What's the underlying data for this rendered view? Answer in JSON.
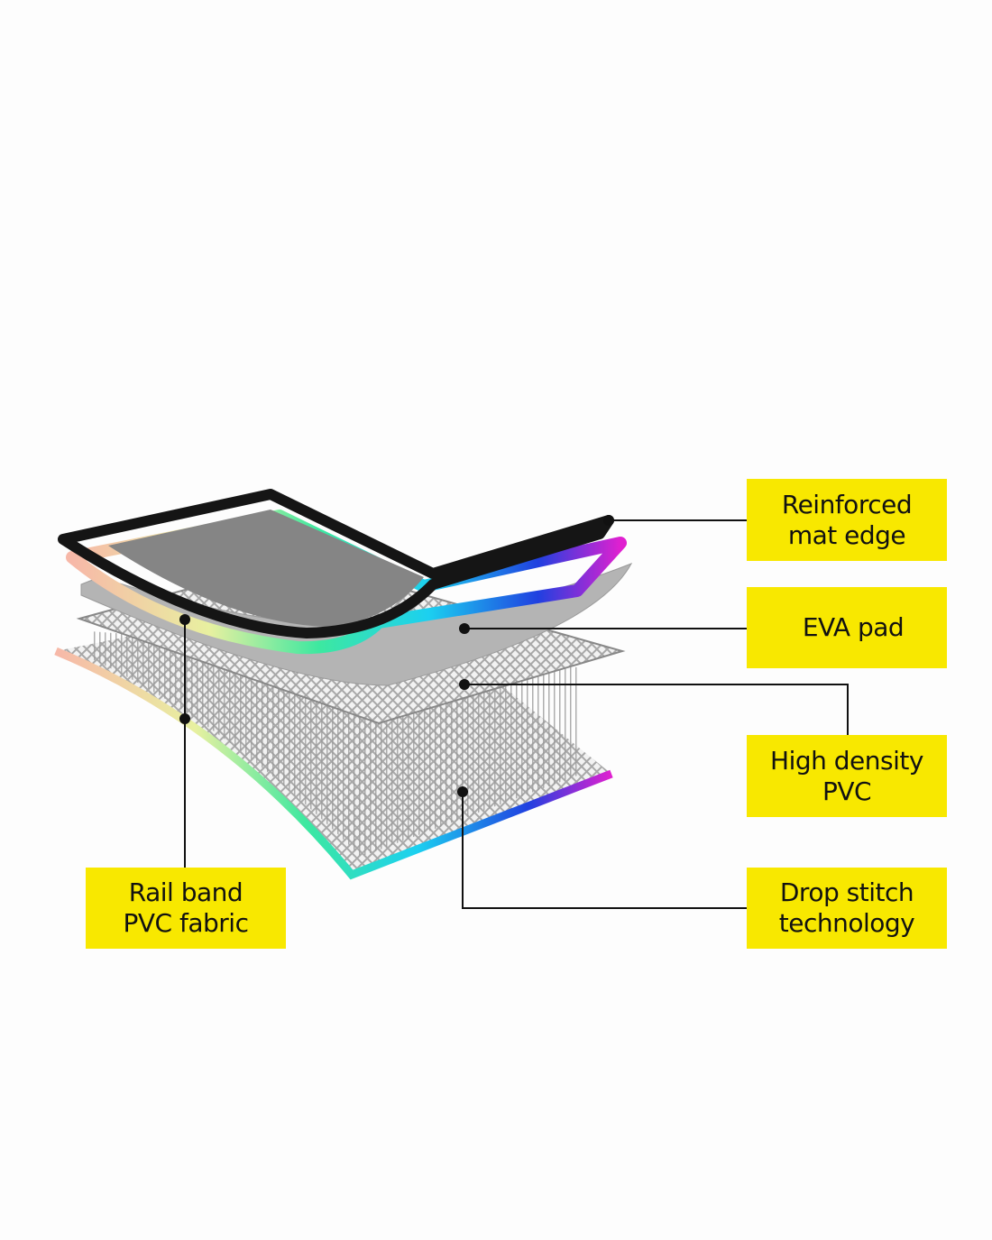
{
  "labels": {
    "reinforced_edge": {
      "line1": "Reinforced",
      "line2": "mat edge"
    },
    "eva_pad": {
      "line1": "EVA pad"
    },
    "high_density": {
      "line1": "High density",
      "line2": "PVC"
    },
    "drop_stitch": {
      "line1": "Drop stitch",
      "line2": "technology"
    },
    "rail_band": {
      "line1": "Rail band",
      "line2": "PVC fabric"
    }
  },
  "colors": {
    "label_bg": "#f8e800",
    "leader": "#111111"
  }
}
